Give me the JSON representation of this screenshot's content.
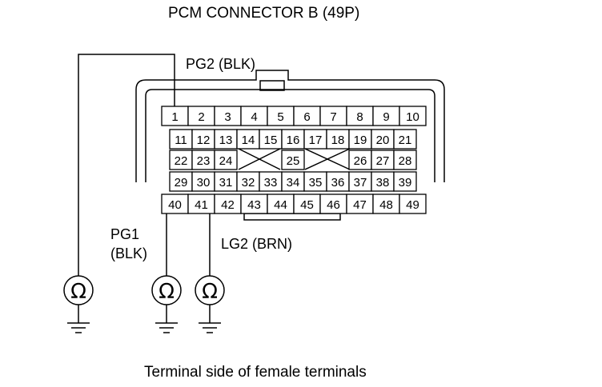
{
  "title": "PCM CONNECTOR B (49P)",
  "caption": "Terminal side of female terminals",
  "wires": {
    "pg2": "PG2 (BLK)",
    "pg1_line1": "PG1",
    "pg1_line2": "(BLK)",
    "lg2": "LG2 (BRN)"
  },
  "meter_symbol": "Ω",
  "connector": {
    "row1": [
      "1",
      "2",
      "3",
      "4",
      "5",
      "6",
      "7",
      "8",
      "9",
      "10"
    ],
    "row2": [
      "11",
      "12",
      "13",
      "14",
      "15",
      "16",
      "17",
      "18",
      "19",
      "20",
      "21"
    ],
    "row3_left": [
      "22",
      "23",
      "24"
    ],
    "row3_mid": [
      "25"
    ],
    "row3_right": [
      "26",
      "27",
      "28"
    ],
    "row4": [
      "29",
      "30",
      "31",
      "32",
      "33",
      "34",
      "35",
      "36",
      "37",
      "38",
      "39"
    ],
    "row5": [
      "40",
      "41",
      "42",
      "43",
      "44",
      "45",
      "46",
      "47",
      "48",
      "49"
    ]
  }
}
